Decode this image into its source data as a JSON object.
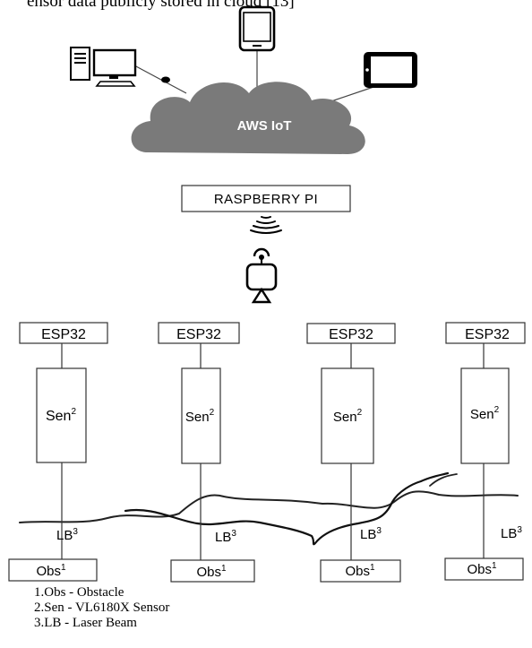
{
  "top_clipped_text": "ensor data publicly stored in cloud [13]",
  "cloud": {
    "label": "AWS IoT"
  },
  "gateway": {
    "label": "RASPBERRY PI"
  },
  "devices": [
    "desktop-computer",
    "smartphone",
    "tablet"
  ],
  "columns": [
    {
      "board": "ESP32",
      "sensor": "Sen",
      "sensor_sup": "2",
      "beam": "LB",
      "beam_sup": "3",
      "obstacle": "Obs",
      "obstacle_sup": "1"
    },
    {
      "board": "ESP32",
      "sensor": "Sen",
      "sensor_sup": "2",
      "beam": "LB",
      "beam_sup": "3",
      "obstacle": "Obs",
      "obstacle_sup": "1"
    },
    {
      "board": "ESP32",
      "sensor": "Sen",
      "sensor_sup": "2",
      "beam": "LB",
      "beam_sup": "3",
      "obstacle": "Obs",
      "obstacle_sup": "1"
    },
    {
      "board": "ESP32",
      "sensor": "Sen",
      "sensor_sup": "2",
      "beam": "LB",
      "beam_sup": "3",
      "obstacle": "Obs",
      "obstacle_sup": "1"
    }
  ],
  "legend": [
    "1.Obs - Obstacle",
    "2.Sen - VL6180X Sensor",
    "3.LB - Laser Beam"
  ],
  "colors": {
    "cloud": "#7a7a7a",
    "line": "#000000",
    "box_border": "#333333"
  }
}
